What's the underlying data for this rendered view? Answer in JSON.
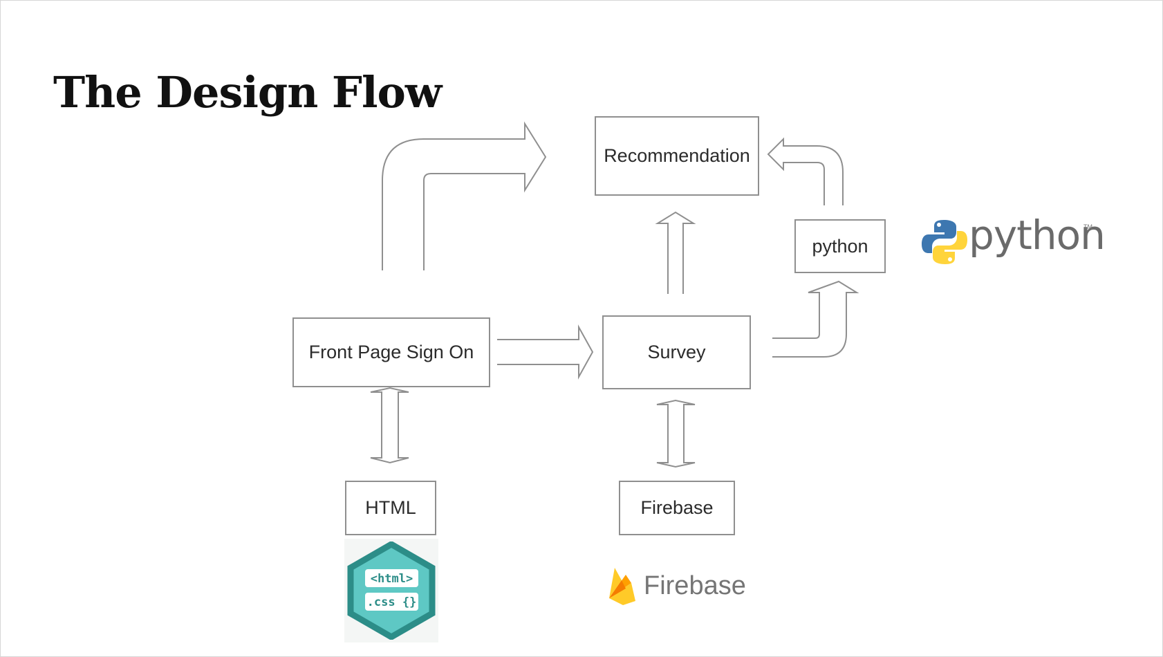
{
  "slide": {
    "title": "The Design Flow"
  },
  "diagram": {
    "nodes": {
      "recommendation": "Recommendation",
      "python": "python",
      "front_page": "Front Page Sign On",
      "survey": "Survey",
      "html": "HTML",
      "firebase": "Firebase"
    }
  },
  "logos": {
    "python": {
      "wordmark": "python",
      "trademark": "TM",
      "colors": {
        "blue": "#3d77b0",
        "yellow": "#ffd43b"
      }
    },
    "html_css": {
      "line1": "<html>",
      "line2": ".css {}",
      "colors": {
        "outer": "#2c8d88",
        "inner": "#5ec8c4"
      }
    },
    "firebase": {
      "wordmark": "Firebase",
      "colors": {
        "flame_yellow": "#ffca28",
        "flame_orange": "#ffa000",
        "flame_dark": "#f57c00"
      }
    }
  },
  "colors": {
    "border": "#8f8f8f",
    "text": "#2b2b2b",
    "title": "#111111"
  }
}
